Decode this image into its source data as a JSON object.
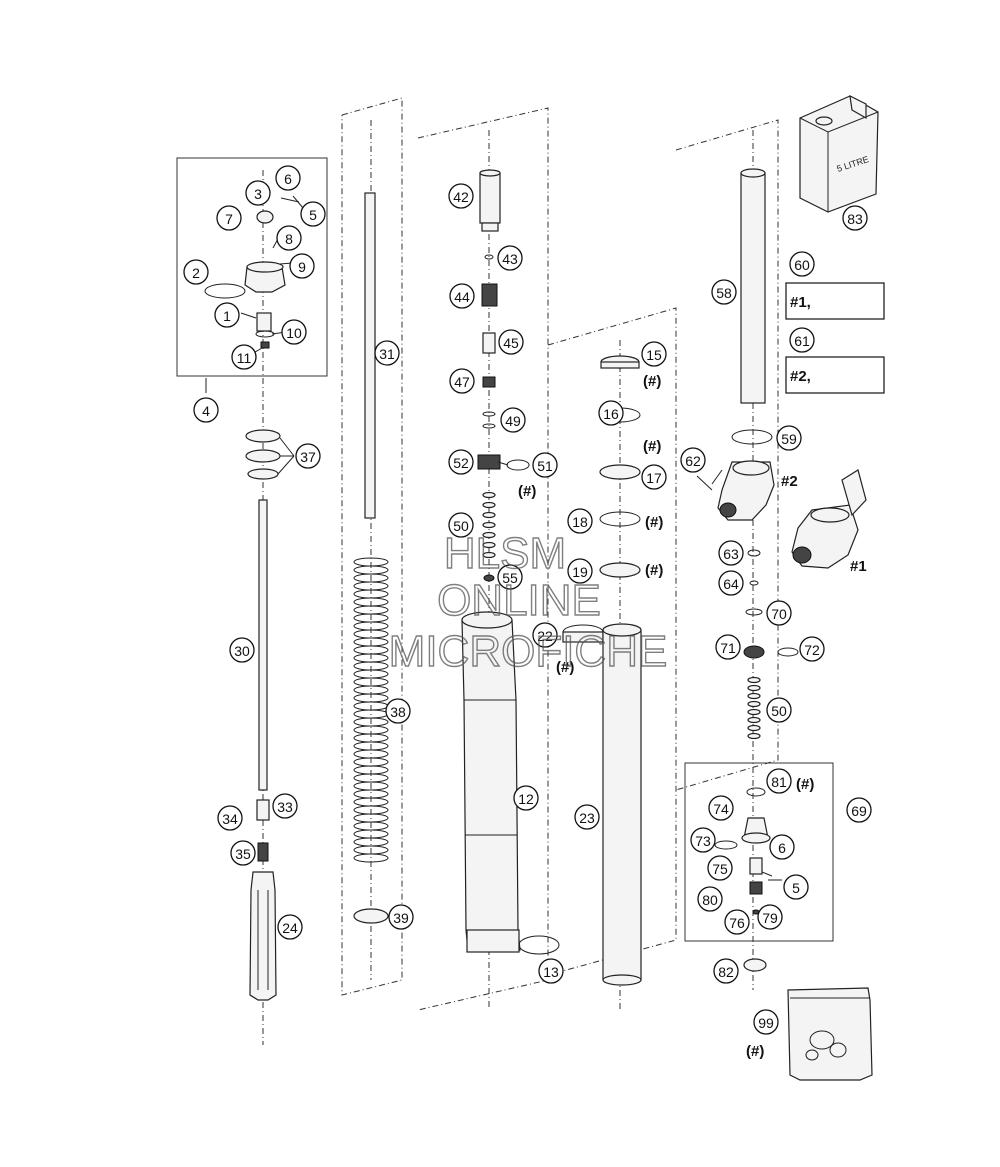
{
  "callouts": {
    "c1": "1",
    "c2": "2",
    "c3": "3",
    "c4": "4",
    "c5": "5",
    "c6": "6",
    "c7": "7",
    "c8": "8",
    "c9": "9",
    "c10": "10",
    "c11": "11",
    "c12": "12",
    "c13": "13",
    "c15": "15",
    "c16": "16",
    "c17": "17",
    "c18": "18",
    "c19": "19",
    "c22": "22",
    "c23": "23",
    "c24": "24",
    "c30": "30",
    "c31": "31",
    "c33": "33",
    "c34": "34",
    "c35": "35",
    "c37": "37",
    "c38": "38",
    "c39": "39",
    "c42": "42",
    "c43": "43",
    "c44": "44",
    "c45": "45",
    "c47": "47",
    "c49": "49",
    "c50a": "50",
    "c50b": "50",
    "c51": "51",
    "c52": "52",
    "c55": "55",
    "c58": "58",
    "c59": "59",
    "c60": "60",
    "c61": "61",
    "c62": "62",
    "c63": "63",
    "c64": "64",
    "c69": "69",
    "c70": "70",
    "c71": "71",
    "c72": "72",
    "c73": "73",
    "c74": "74",
    "c75": "75",
    "c76": "76",
    "c79": "79",
    "c80": "80",
    "c81": "81",
    "c82": "82",
    "c83": "83",
    "c99": "99",
    "c5b": "5",
    "c6b": "6",
    "k1_59": "59",
    "k1_62": "62",
    "k2_59": "59",
    "k2_62": "62"
  },
  "marks": {
    "hash": "(#)",
    "clamp2": "#2",
    "clamp1": "#1",
    "kit1_prefix": "#1,",
    "kit2_prefix": "#2,"
  },
  "can_label": "5 LITRE",
  "watermark": {
    "line1": "HLSM",
    "line2": "ONLINE",
    "line3": "MICROFICHE"
  }
}
